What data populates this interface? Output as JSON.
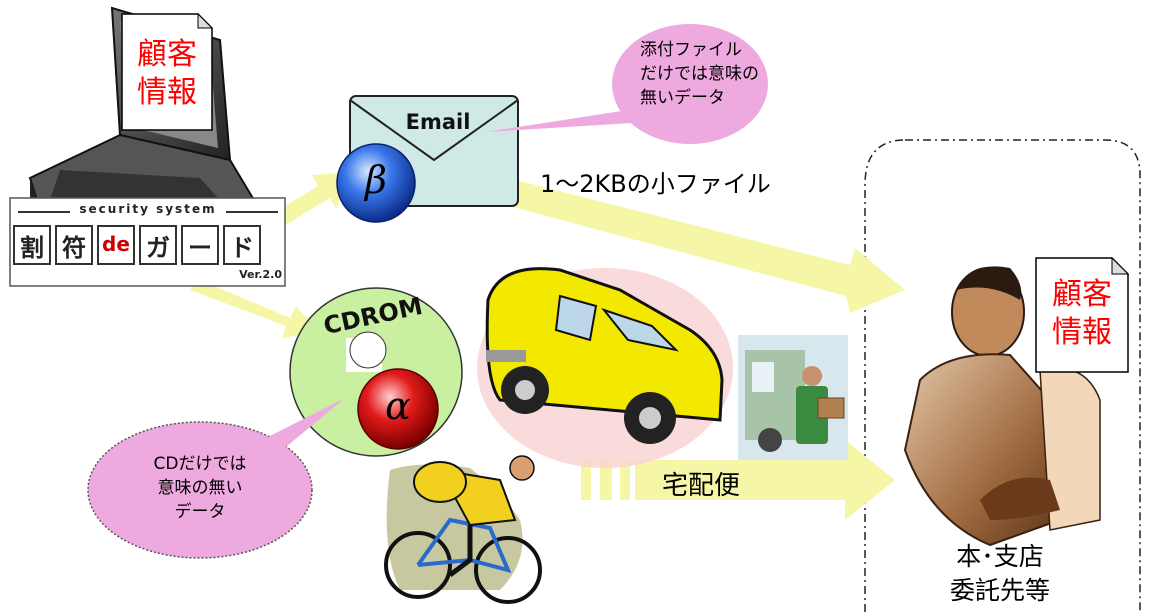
{
  "sender": {
    "document_label_line1": "顧客",
    "document_label_line2": "情報",
    "logo": {
      "tagline": "security system",
      "chars": [
        "割",
        "符",
        "de",
        "ガ",
        "ー",
        "ド"
      ],
      "version": "Ver.2.0"
    }
  },
  "email": {
    "envelope_label": "Email",
    "key_symbol": "β",
    "file_size_note": "1～2KBの小ファイル",
    "bubble_lines": [
      "添付ファイル",
      "だけでは意味の",
      "無いデータ"
    ]
  },
  "cdrom": {
    "disc_label": "CDROM",
    "key_symbol": "α",
    "bubble_lines": [
      "CDだけでは",
      "意味の無い",
      "データ"
    ]
  },
  "delivery": {
    "label": "宅配便"
  },
  "recipient": {
    "document_label_line1": "顧客",
    "document_label_line2": "情報",
    "caption_line1": "本･支店",
    "caption_line2": "委託先等"
  },
  "colors": {
    "document_text": "#ff0000",
    "arrow_fill": "#f5f7a6",
    "bubble_fill": "#eeaadf",
    "envelope_fill": "#cfe9e6",
    "disc_fill": "#c8f0a0",
    "van_fill": "#f2e800",
    "beta_ball": "#2a5fd8",
    "alpha_ball": "#d80000",
    "logo_accent": "#cc0000"
  }
}
